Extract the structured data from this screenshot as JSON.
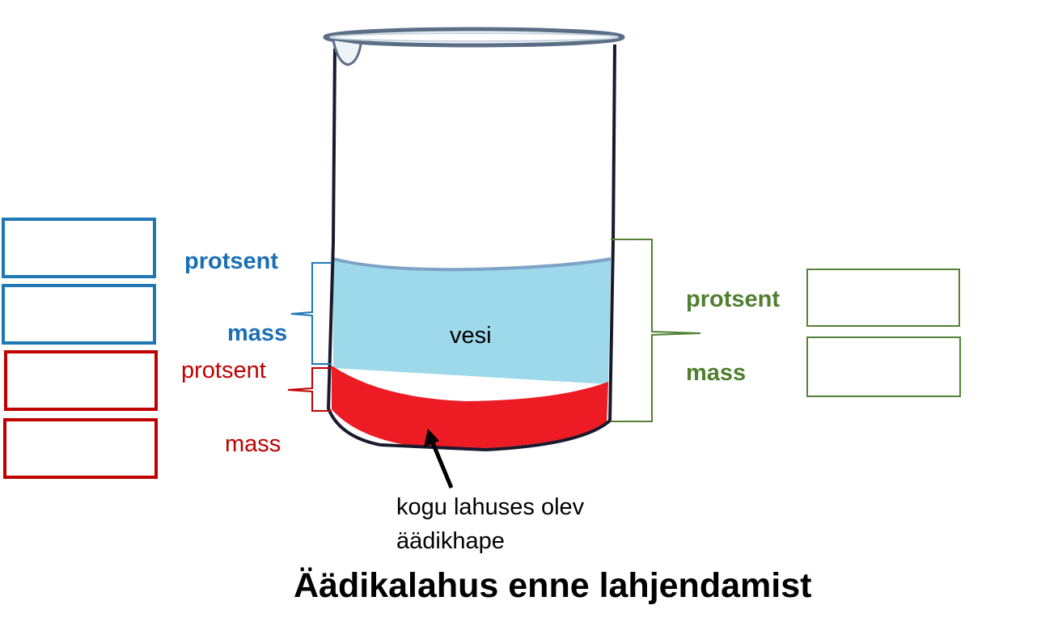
{
  "diagram": {
    "water_label": "vesi",
    "acid_annotation_line1": "kogu lahuses olev",
    "acid_annotation_line2": "äädikhape",
    "title": "Äädikalahus enne lahjendamist",
    "blue_group": {
      "label_percent": "protsent",
      "label_mass": "mass",
      "color": "#1f77b4"
    },
    "red_group": {
      "label_percent": "protsent",
      "label_mass": "mass",
      "color": "#c00000"
    },
    "green_group": {
      "label_percent": "protsent",
      "label_mass": "mass",
      "color": "#538135"
    },
    "colors": {
      "water": "#9dd9ea",
      "acid": "#ed1c24",
      "beaker_outline": "#1a1a2e"
    }
  }
}
